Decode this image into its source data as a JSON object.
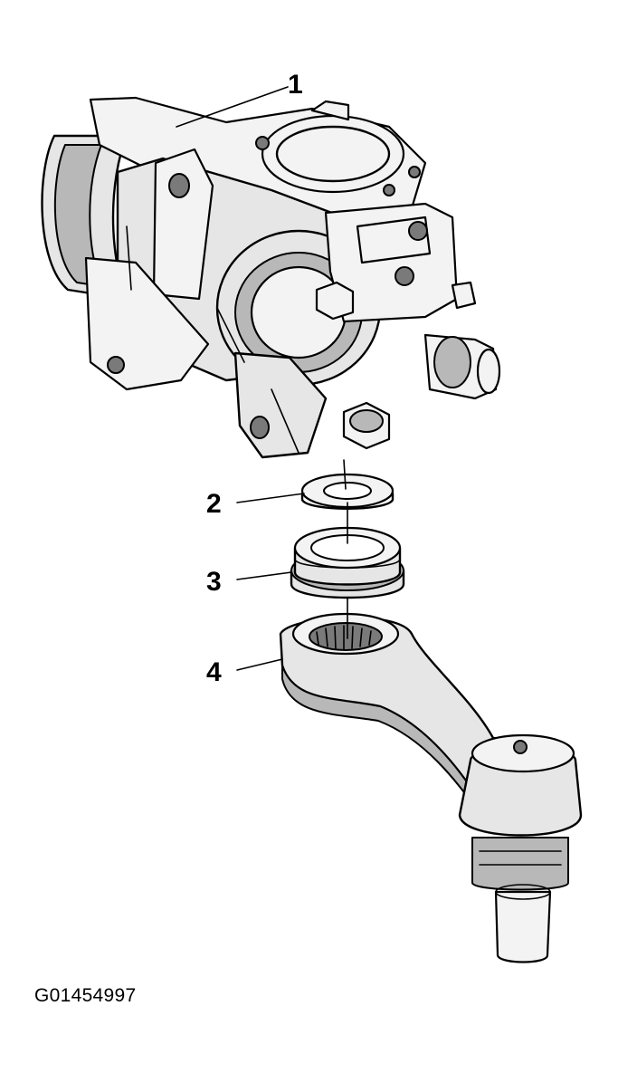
{
  "callouts": [
    {
      "id": 1,
      "label": "1"
    },
    {
      "id": 2,
      "label": "2"
    },
    {
      "id": 3,
      "label": "3"
    },
    {
      "id": 4,
      "label": "4"
    }
  ],
  "figure_id": "G01454997"
}
